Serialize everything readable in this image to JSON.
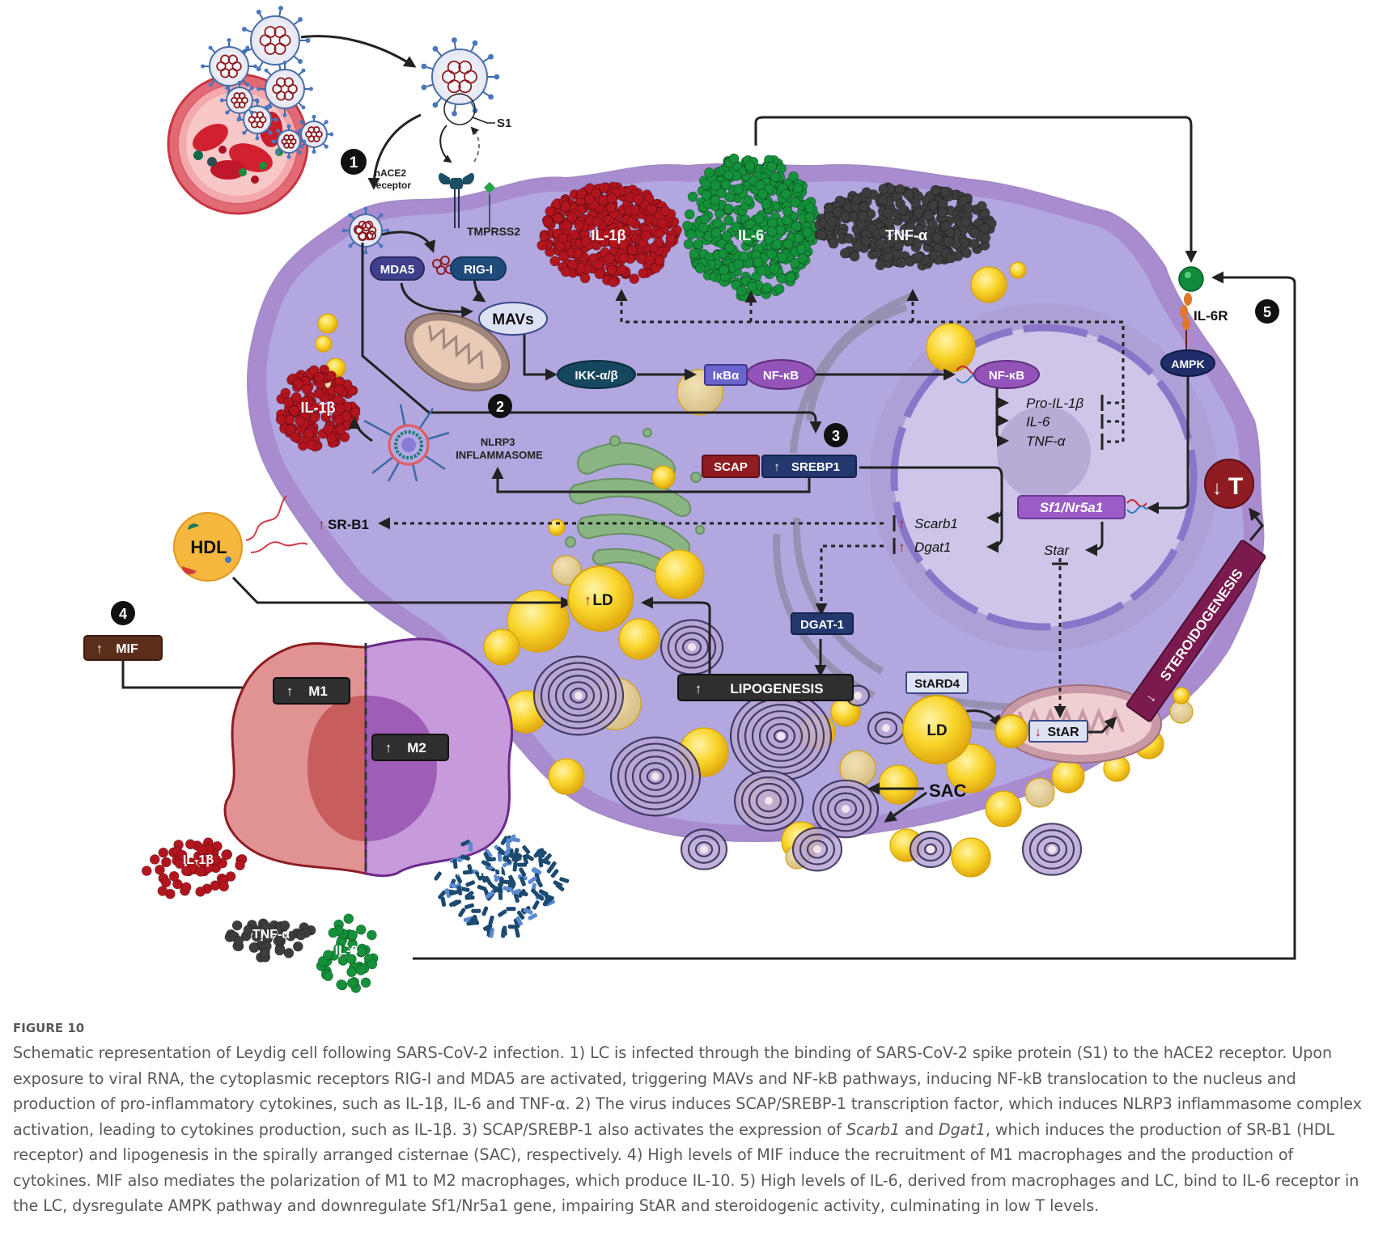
{
  "figure": {
    "label": "FIGURE 10",
    "caption_parts": [
      {
        "t": "Schematic representation of Leydig cell following SARS-CoV-2 infection. 1) LC is infected through the binding of SARS-CoV-2 spike protein (S1) to the hACE2 receptor. Upon exposure to viral RNA, the cytoplasmic receptors RIG-I and MDA5 are activated, triggering MAVs and NF-kB pathways, inducing NF-kB translocation to the nucleus and production of pro-inflammatory cytokines, such as IL-1β, IL-6 and TNF-α. 2) The virus induces SCAP/SREBP-1 transcription factor, which induces NLRP3 inflammasome complex activation, leading to cytokines production, such as IL-1β. 3) SCAP/SREBP-1 also activates the expression of ",
        "i": false
      },
      {
        "t": "Scarb1",
        "i": true
      },
      {
        "t": " and ",
        "i": false
      },
      {
        "t": "Dgat1",
        "i": true
      },
      {
        "t": ", which induces the production of SR-B1 (HDL receptor) and lipogenesis in the spirally arranged cisternae (SAC), respectively. 4) High levels of MIF induce the recruitment of M1 macrophages and the production of cytokines. MIF also mediates the polarization of M1 to M2 macrophages, which produce IL-10. 5) High levels of IL-6, derived from macrophages and LC, bind to IL-6 receptor in the LC, dysregulate AMPK pathway and downregulate Sf1/Nr5a1 gene, impairing StAR and steroidogenic activity, culminating in low T levels.",
        "i": false
      }
    ]
  },
  "steps": {
    "s1": "1",
    "s2": "2",
    "s3": "3",
    "s4": "4",
    "s5": "5"
  },
  "labels": {
    "s1": "S1",
    "hace2": [
      "hACE2",
      "receptor"
    ],
    "tmprss2": "TMPRSS2",
    "il1b_top": "IL-1β",
    "il6_top": "IL-6",
    "tnfa_top": "TNF-α",
    "mda5": "MDA5",
    "rigi": "RIG-I",
    "mavs": "MAVs",
    "ikk": "IKK-α/β",
    "ikba": "IκBα",
    "nfkb": "NF-κB",
    "nfkb_nuc": "NF-κB",
    "pro_il1b": "Pro-IL-1β",
    "il6_gene": "IL-6",
    "tnfa_gene": "TNF-α",
    "il1b_left": "IL-1β",
    "nlrp3": [
      "NLRP3",
      "INFLAMMASOME"
    ],
    "scap": "SCAP",
    "srebp1": "SREBP1",
    "srb1": "SR-B1",
    "hdl": "HDL",
    "scarb1": "Scarb1",
    "dgat1_gene": "Dgat1",
    "dgat1_prot": "DGAT-1",
    "ld_up": "LD",
    "lipogenesis": "LIPOGENESIS",
    "ampk": "AMPK",
    "il6r": "IL-6R",
    "sf1": "Sf1/Nr5a1",
    "star_gene": "Star",
    "stard4": "StARD4",
    "ld": "LD",
    "star_prot": "StAR",
    "steroidogenesis": "STEROIDOGENESIS",
    "t_low": "T",
    "sac": "SAC",
    "mif": "MIF",
    "m1": "M1",
    "m2": "M2",
    "il1b_mac": "IL-1β",
    "tnfa_mac": "TNF-α",
    "il6_mac": "IL-6",
    "il10": "IL-10"
  },
  "colors": {
    "cell_fill": "#b4a8e0",
    "cell_border": "#a484c4",
    "nucleus": "#cec3e6",
    "il1b": "#b3151f",
    "il6": "#14913a",
    "tnfa": "#3d3d3d",
    "lipid": "#f7d030",
    "steroidogenesis": "#7a1a4e",
    "scap": "#8e1c22",
    "srebp": "#23386e",
    "mif": "#5a2e1a"
  }
}
